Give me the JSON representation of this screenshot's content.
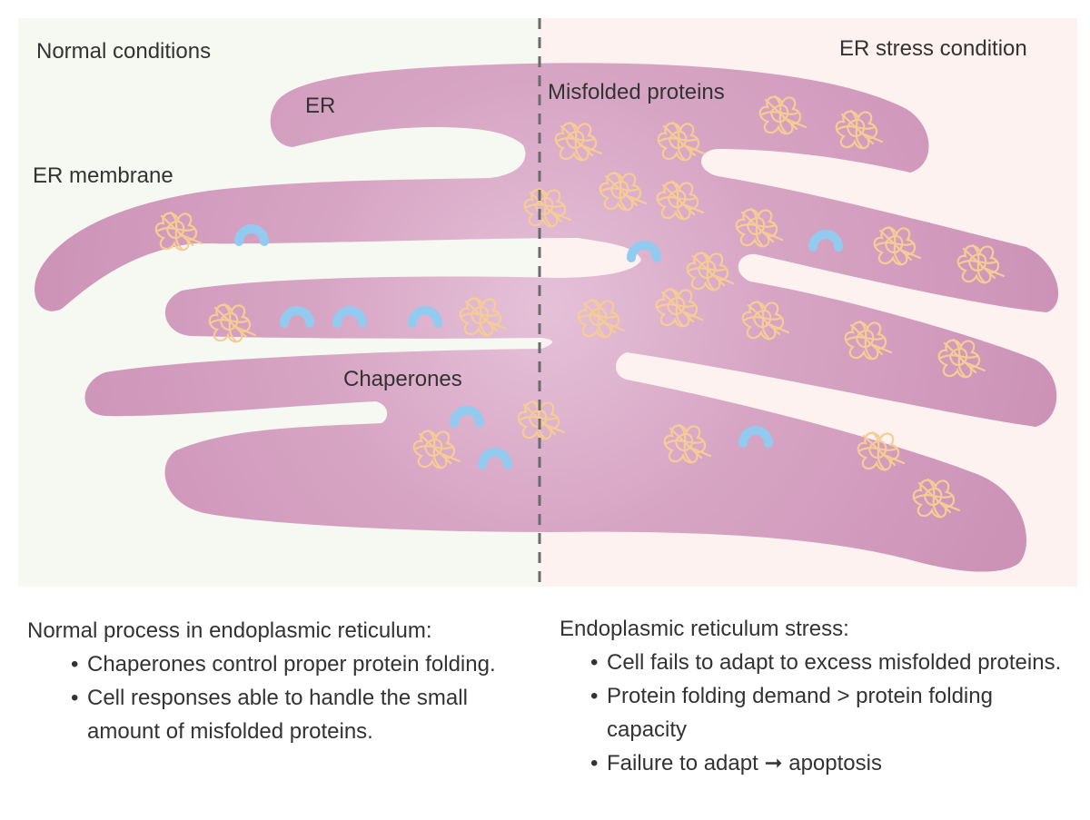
{
  "panels": {
    "left_title": "Normal conditions",
    "right_title": "ER stress condition"
  },
  "labels": {
    "er": "ER",
    "er_membrane": "ER membrane",
    "misfolded_proteins": "Misfolded proteins",
    "chaperones": "Chaperones"
  },
  "captions": {
    "left": {
      "heading": "Normal process in endoplasmic reticulum:",
      "bullets": [
        "Chaperones control proper protein folding.",
        "Cell responses able to handle the small amount of misfolded proteins."
      ]
    },
    "right": {
      "heading": "Endoplasmic reticulum stress:",
      "bullets": [
        "Cell fails to adapt to excess misfolded proteins.",
        "Protein folding demand > protein folding capacity",
        "Failure to adapt ➞ apoptosis"
      ]
    }
  },
  "colors": {
    "normal_background": "#f6f9f1",
    "stress_background": "#fdf2f0",
    "er_lumen": "#d29bbd",
    "er_center": "#e3bed6",
    "misfolded_protein": "#f6cc95",
    "chaperone": "#92cbef",
    "divider": "#6b6b6b"
  }
}
